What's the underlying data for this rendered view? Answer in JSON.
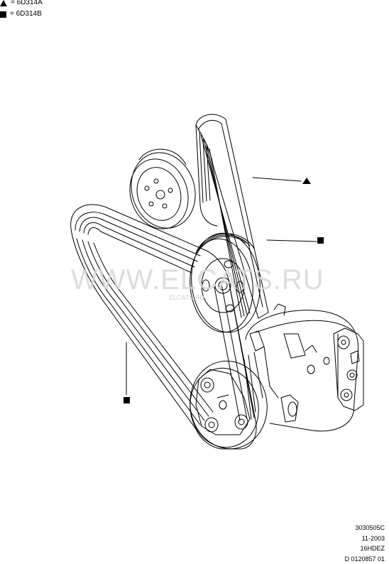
{
  "legend": {
    "items": [
      {
        "symbol": "triangle",
        "text": "= 6D314A"
      },
      {
        "symbol": "square",
        "text": "= 6D314B"
      }
    ]
  },
  "watermark": {
    "text": "WWW.ELCATS.RU",
    "sub": "ELCATS.RU"
  },
  "reference": {
    "lines": [
      "3030505C",
      "11-2003",
      "16HDEZ",
      "D 0120857 01"
    ]
  },
  "colors": {
    "ink": "#000000",
    "watermark": "#d8d8d8",
    "background": "#ffffff"
  }
}
